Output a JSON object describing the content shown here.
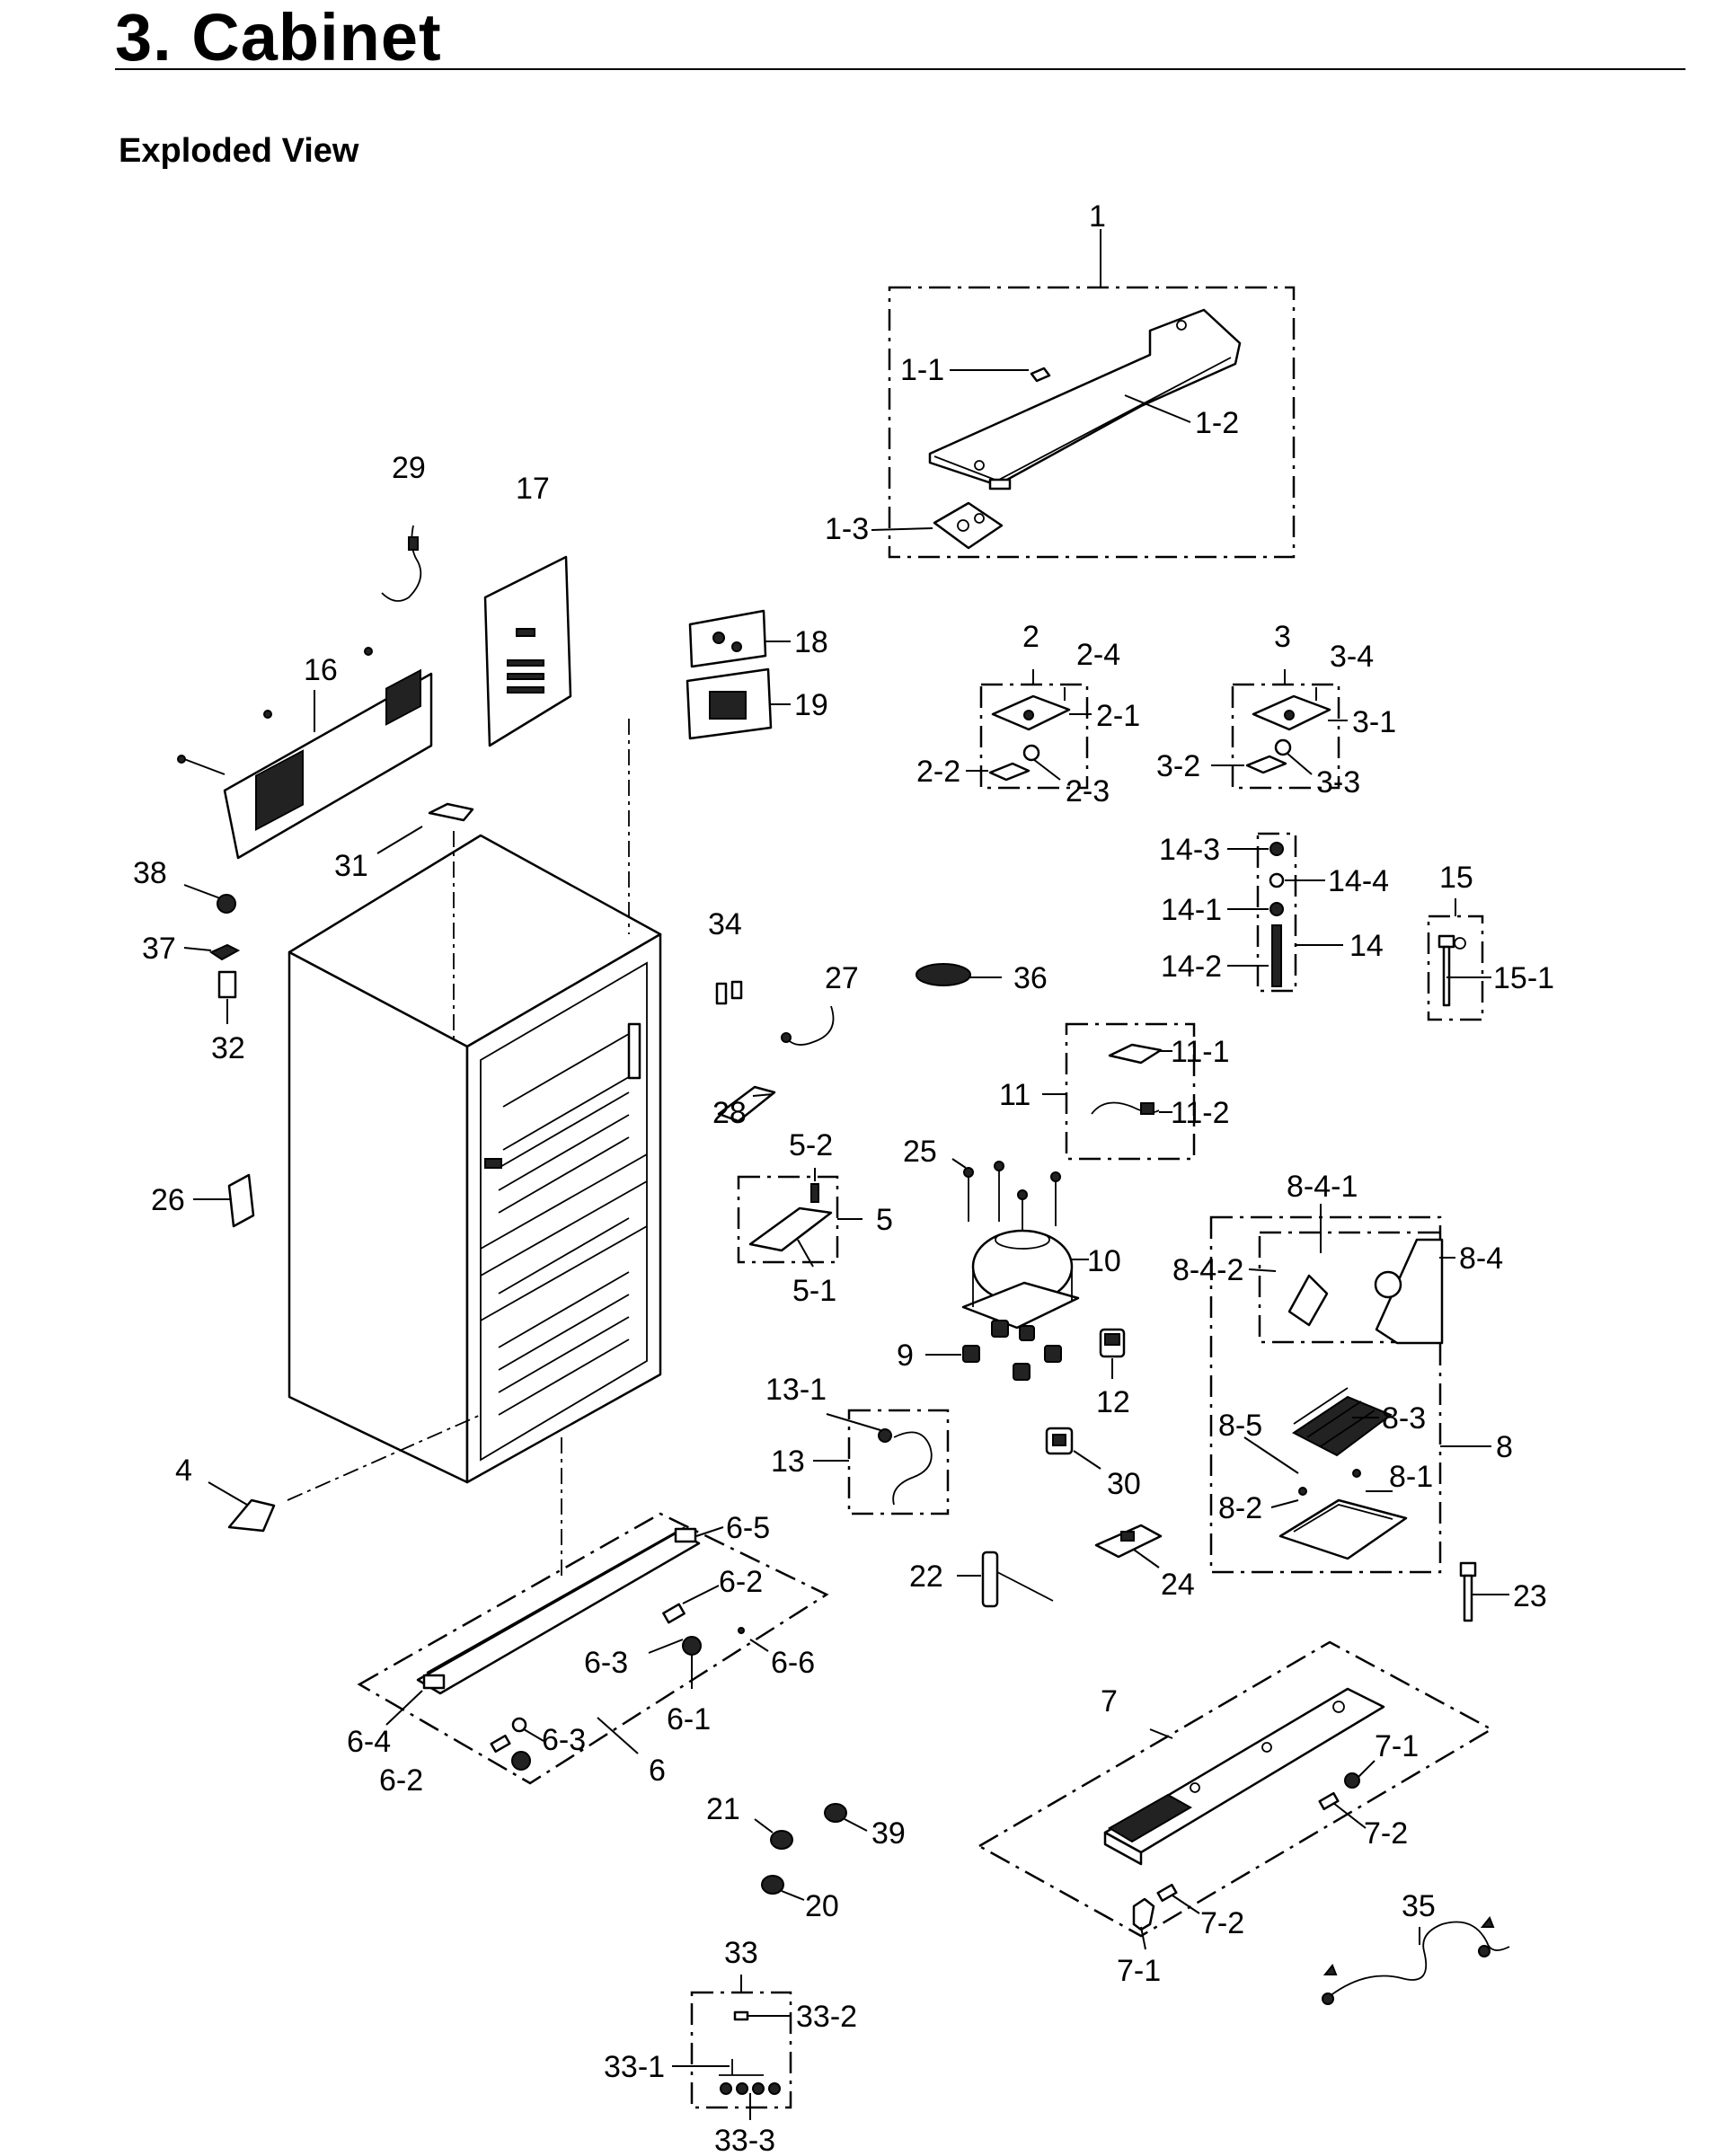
{
  "page": {
    "title": "3.  Cabinet",
    "subtitle": "Exploded View"
  },
  "callouts": {
    "c1": "1",
    "c1_1": "1-1",
    "c1_2": "1-2",
    "c1_3": "1-3",
    "c2": "2",
    "c2_1": "2-1",
    "c2_2": "2-2",
    "c2_3": "2-3",
    "c2_4": "2-4",
    "c3": "3",
    "c3_1": "3-1",
    "c3_2": "3-2",
    "c3_3": "3-3",
    "c3_4": "3-4",
    "c4": "4",
    "c5": "5",
    "c5_1": "5-1",
    "c5_2": "5-2",
    "c6": "6",
    "c6_1": "6-1",
    "c6_2a": "6-2",
    "c6_2b": "6-2",
    "c6_3a": "6-3",
    "c6_3b": "6-3",
    "c6_4": "6-4",
    "c6_5": "6-5",
    "c6_6": "6-6",
    "c7": "7",
    "c7_1a": "7-1",
    "c7_1b": "7-1",
    "c7_2a": "7-2",
    "c7_2b": "7-2",
    "c8": "8",
    "c8_1": "8-1",
    "c8_2": "8-2",
    "c8_3": "8-3",
    "c8_4": "8-4",
    "c8_4_1": "8-4-1",
    "c8_4_2": "8-4-2",
    "c8_5": "8-5",
    "c9": "9",
    "c10": "10",
    "c11": "11",
    "c11_1": "11-1",
    "c11_2": "11-2",
    "c12": "12",
    "c13": "13",
    "c13_1": "13-1",
    "c14": "14",
    "c14_1": "14-1",
    "c14_2": "14-2",
    "c14_3": "14-3",
    "c14_4": "14-4",
    "c15": "15",
    "c15_1": "15-1",
    "c16": "16",
    "c17": "17",
    "c18": "18",
    "c19": "19",
    "c20": "20",
    "c21": "21",
    "c22": "22",
    "c23": "23",
    "c24": "24",
    "c25": "25",
    "c26": "26",
    "c27": "27",
    "c28": "28",
    "c29": "29",
    "c30": "30",
    "c31": "31",
    "c32": "32",
    "c33": "33",
    "c33_1": "33-1",
    "c33_2": "33-2",
    "c33_3": "33-3",
    "c34": "34",
    "c35": "35",
    "c36": "36",
    "c37": "37",
    "c38": "38",
    "c39": "39"
  }
}
